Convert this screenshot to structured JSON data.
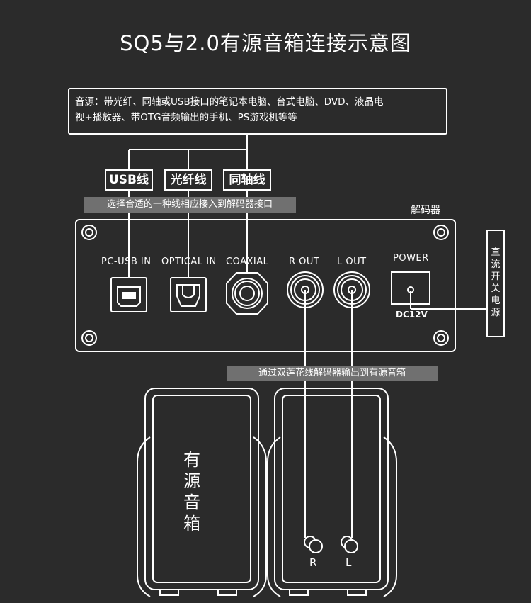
{
  "title": "SQ5与2.0有源音箱连接示意图",
  "source": {
    "line1": "音源：带光纤、同轴或USB接口的笔记本电脑、台式电脑、DVD、液晶电",
    "line2": "视+播放器、带OTG音频输出的手机、PS游戏机等等"
  },
  "cables": [
    {
      "label": "USB线"
    },
    {
      "label": "光纤线"
    },
    {
      "label": "同轴线"
    }
  ],
  "hint_connect": "选择合适的一种线相应接入到解码器接口",
  "decoder_label": "解码器",
  "ports": {
    "usb": "PC-USB IN",
    "optical": "OPTICAL  IN",
    "coaxial": "COAXIAL",
    "r_out": "R OUT",
    "l_out": "L OUT",
    "power": "POWER",
    "dc": "DC12V"
  },
  "power_side": [
    "直",
    "流",
    "开",
    "关",
    "电",
    "源"
  ],
  "hint_output": "通过双莲花线解码器输出到有源音箱",
  "speaker_text": [
    "有",
    "源",
    "音",
    "箱"
  ],
  "speaker_inputs": {
    "r": "R",
    "l": "L"
  }
}
